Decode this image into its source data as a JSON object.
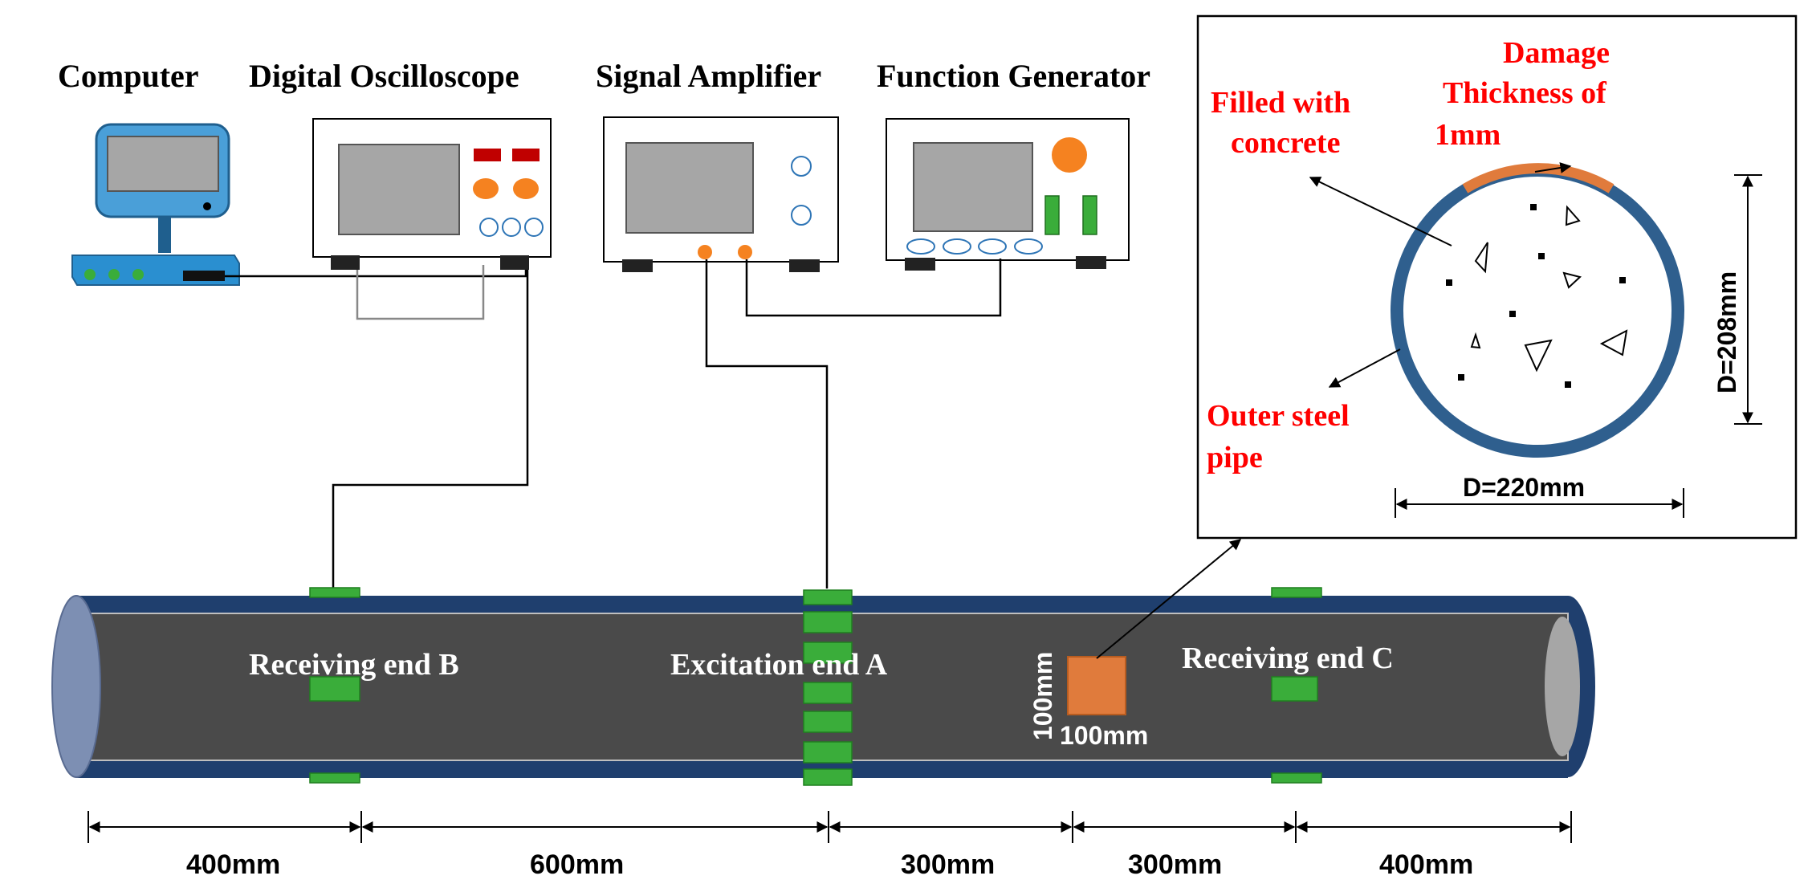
{
  "devices": {
    "computer": "Computer",
    "oscilloscope": "Digital Oscilloscope",
    "amplifier": "Signal Amplifier",
    "generator": "Function Generator"
  },
  "pipe_labels": {
    "receiving_b": "Receiving end B",
    "excitation_a": "Excitation end A",
    "receiving_c": "Receiving end C",
    "damage_height": "100mm",
    "damage_width": "100mm"
  },
  "dimensions": [
    "400mm",
    "600mm",
    "300mm",
    "300mm",
    "400mm"
  ],
  "cross_section": {
    "damage_line1": "Damage",
    "damage_line2": "Thickness of",
    "damage_line3": "1mm",
    "concrete_line1": "Filled with",
    "concrete_line2": "concrete",
    "steel_line1": "Outer steel",
    "steel_line2": "pipe",
    "inner_diameter": "D=208mm",
    "outer_diameter": "D=220mm"
  },
  "colors": {
    "pipe_body": "#4a4a4a",
    "pipe_shell": "#1f3f6e",
    "sensor": "#3aad3a",
    "damage": "#e07b3c",
    "annotation_red": "#ff0000",
    "device_screen": "#a6a6a6",
    "computer_blue": "#4a9fd8"
  }
}
